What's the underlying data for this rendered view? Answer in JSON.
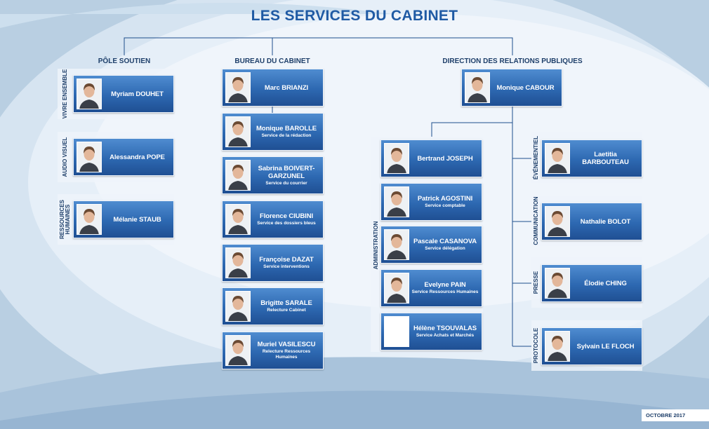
{
  "title": "LES SERVICES DU CABINET",
  "footer": "OCTOBRE 2017",
  "columns": {
    "pole_soutien": {
      "heading": "PÔLE SOUTIEN",
      "sections": [
        {
          "label": "VIVRE ENSEMBLE",
          "name": "Myriam DOUHET"
        },
        {
          "label": "AUDIO VISUEL",
          "name": "Alessandra POPE"
        },
        {
          "label_line1": "RESSOURCES",
          "label_line2": "HUMAINES",
          "name": "Mélanie STAUB"
        }
      ]
    },
    "bureau": {
      "heading": "BUREAU DU CABINET",
      "members": [
        {
          "name": "Marc BRIANZI",
          "role": ""
        },
        {
          "name": "Monique BAROLLE",
          "role": "Service de la rédaction"
        },
        {
          "name_line1": "Sabrina BOIVERT-",
          "name_line2": "GARZUNEL",
          "role": "Service du courrier"
        },
        {
          "name": "Florence CIUBINI",
          "role": "Service des dossiers bleus"
        },
        {
          "name": "Françoise DAZAT",
          "role": "Service interventions"
        },
        {
          "name": "Brigitte SARALE",
          "role": "Relecture Cabinet"
        },
        {
          "name": "Muriel VASILESCU",
          "role_line1": "Relecture Ressources",
          "role_line2": "Humaines"
        }
      ]
    },
    "direction": {
      "heading": "DIRECTION DES RELATIONS PUBLIQUES",
      "head_name": "Monique CABOUR",
      "administration": {
        "label": "ADMINISTRATION",
        "members": [
          {
            "name": "Bertrand JOSEPH",
            "role": ""
          },
          {
            "name": "Patrick AGOSTINI",
            "role": "Service comptable"
          },
          {
            "name": "Pascale CASANOVA",
            "role": "Service délégation"
          },
          {
            "name": "Evelyne PAIN",
            "role": "Service Ressources Humaines"
          },
          {
            "name": "Hélène TSOUVALAS",
            "role": "Service Achats et Marchés"
          }
        ]
      },
      "services": [
        {
          "label": "ÉVÉNEMENTIEL",
          "name": "Laetitia BARBOUTEAU"
        },
        {
          "label": "COMMUNICATION",
          "name": "Nathalie BOLOT"
        },
        {
          "label": "PRESSE",
          "name": "Élodie CHING"
        },
        {
          "label": "PROTOCOLE",
          "name": "Sylvain LE FLOCH"
        }
      ]
    }
  },
  "colors": {
    "title": "#1f5aa4",
    "heading": "#1e3f6a",
    "card_top": "#4f8cd0",
    "card_bottom": "#1f4f93",
    "connector": "#1e4e8c",
    "panel": "#eef4fa"
  },
  "icons": {
    "portrait": "person-photo-icon",
    "placeholder": "blank-photo-icon"
  }
}
